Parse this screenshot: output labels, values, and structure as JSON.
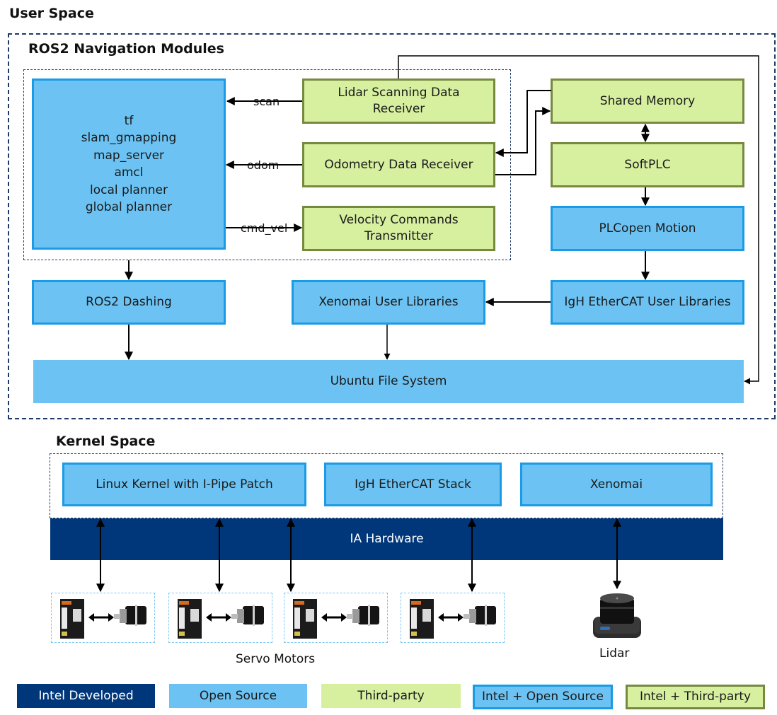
{
  "user_space": {
    "title": "User Space",
    "nav_modules": {
      "title": "ROS2 Navigation Modules",
      "core": {
        "lines": [
          "tf",
          "slam_gmapping",
          "map_server",
          "amcl",
          "local planner",
          "global planner"
        ]
      },
      "lidar_receiver": "Lidar Scanning Data Receiver",
      "lidar_receiver_lines": [
        "Lidar Scanning Data",
        "Receiver"
      ],
      "odometry_receiver": "Odometry Data Receiver",
      "velocity_transmitter_lines": [
        "Velocity Commands",
        "Transmitter"
      ],
      "topics": {
        "scan": "scan",
        "odom": "odom",
        "cmd_vel": "cmd_vel"
      }
    },
    "shared_memory": "Shared Memory",
    "softplc": "SoftPLC",
    "plcopen": "PLCopen Motion",
    "ros2_dashing": "ROS2 Dashing",
    "xenomai_user_libs": "Xenomai User Libraries",
    "igh_user_libs": "IgH EtherCAT User Libraries",
    "ubuntu_fs": "Ubuntu File System"
  },
  "kernel_space": {
    "title": "Kernel Space",
    "linux_kernel": "Linux Kernel with I-Pipe Patch",
    "igh_stack": "IgH EtherCAT Stack",
    "xenomai": "Xenomai"
  },
  "hardware": {
    "label": "IA Hardware"
  },
  "devices": {
    "servo_caption": "Servo Motors",
    "servo_count": 4,
    "lidar_caption": "Lidar"
  },
  "legend": [
    {
      "label": "Intel Developed",
      "style": "intel"
    },
    {
      "label": "Open Source",
      "style": "open-source"
    },
    {
      "label": "Third-party",
      "style": "third-party"
    },
    {
      "label": "Intel + Open Source",
      "style": "intel-open-source"
    },
    {
      "label": "Intel + Third-party",
      "style": "intel-third-party"
    }
  ],
  "colors": {
    "intel_developed": "#00377a",
    "open_source": "#6cc3f3",
    "open_source_border": "#1a9be6",
    "third_party": "#d7f0a0",
    "third_party_border": "#77893f",
    "dashed_group": "#1f3a68",
    "servo_group": "#7fc8f0"
  }
}
